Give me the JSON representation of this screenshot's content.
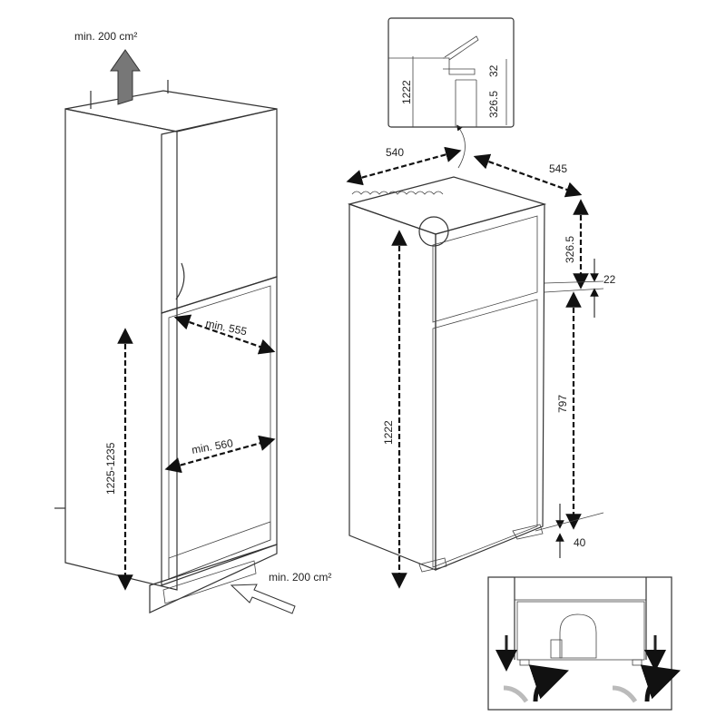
{
  "cabinet": {
    "vent_top": "min. 200 cm²",
    "vent_bottom": "min. 200 cm²",
    "depth_min": "min. 555",
    "width_min": "min. 560",
    "niche_height": "1225-1235"
  },
  "appliance": {
    "width": "540",
    "depth": "545",
    "height": "1222",
    "top_offset": "326.5",
    "gap": "22",
    "hinge_height": "797",
    "bottom_offset": "40"
  },
  "detail_inset": {
    "height": "1222",
    "gap": "32",
    "top_offset": "326.5"
  },
  "colors": {
    "cabinet_door": "#c8c8c8",
    "cabinet_side": "#eeeeee",
    "line": "#333333"
  }
}
